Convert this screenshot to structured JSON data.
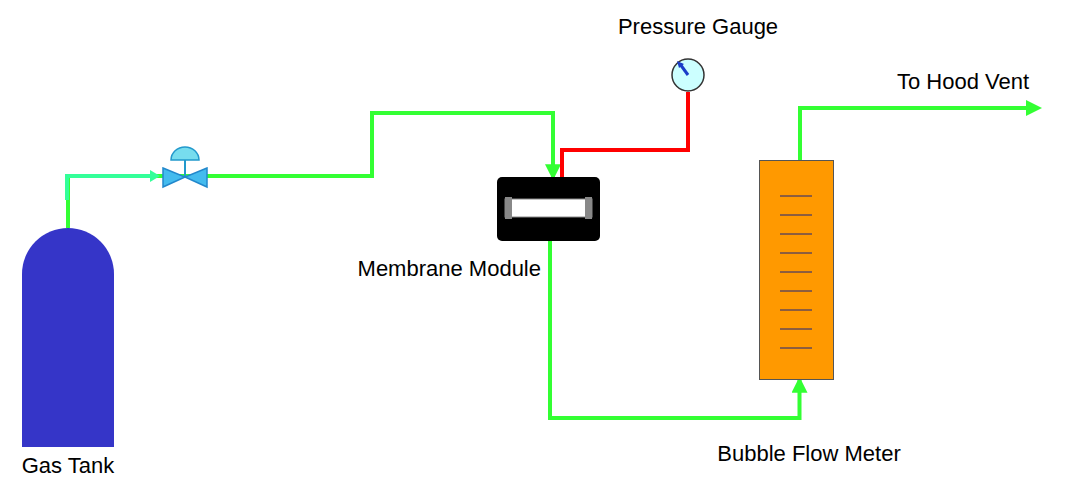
{
  "diagram": {
    "nodes": [
      {
        "text": [
          "Gas Tank"
        ]
      },
      {
        "text": [
          "Membrane Module"
        ]
      },
      {
        "text": [
          "Pressure Gauge"
        ]
      },
      {
        "text": [
          "Bubble Flow Meter"
        ]
      }
    ],
    "edges": [
      {
        "from": 0,
        "to": 1,
        "arrow": "to"
      },
      {
        "from": 1,
        "to": 2,
        "arrow": "none"
      },
      {
        "from": 1,
        "to": 3,
        "arrow": "to"
      }
    ],
    "labels": [
      "To Hood Vent"
    ]
  }
}
